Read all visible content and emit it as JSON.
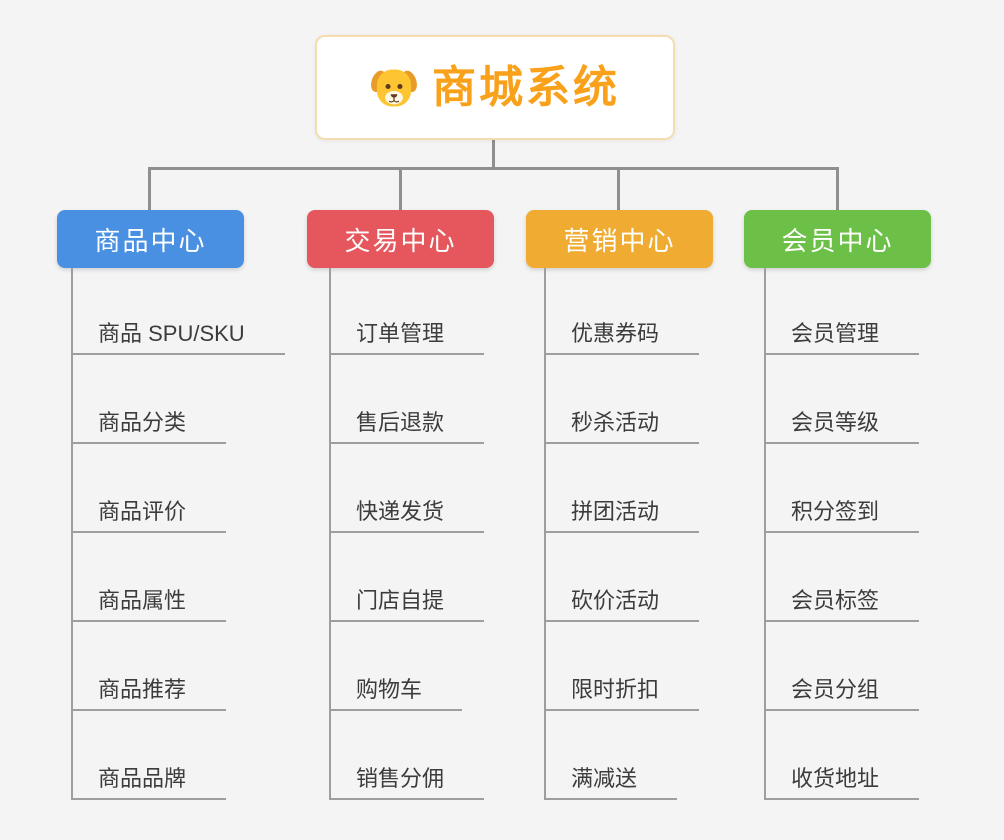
{
  "root": {
    "title": "商城系统",
    "title_color": "#f9a11b",
    "icon": "dog-icon"
  },
  "colors": {
    "connector": "#8f8f8f",
    "underline": "#9e9e9e",
    "background": "#f4f4f4",
    "product_center": "#4a90e2",
    "trade_center": "#e5575c",
    "marketing_center": "#efab32",
    "member_center": "#6cbf47"
  },
  "branches": [
    {
      "label": "商品中心",
      "color": "#4a90e2",
      "children": [
        "商品 SPU/SKU",
        "商品分类",
        "商品评价",
        "商品属性",
        "商品推荐",
        "商品品牌"
      ]
    },
    {
      "label": "交易中心",
      "color": "#e5575c",
      "children": [
        "订单管理",
        "售后退款",
        "快递发货",
        "门店自提",
        "购物车",
        "销售分佣"
      ]
    },
    {
      "label": "营销中心",
      "color": "#efab32",
      "children": [
        "优惠券码",
        "秒杀活动",
        "拼团活动",
        "砍价活动",
        "限时折扣",
        "满减送"
      ]
    },
    {
      "label": "会员中心",
      "color": "#6cbf47",
      "children": [
        "会员管理",
        "会员等级",
        "积分签到",
        "会员标签",
        "会员分组",
        "收货地址"
      ]
    }
  ]
}
